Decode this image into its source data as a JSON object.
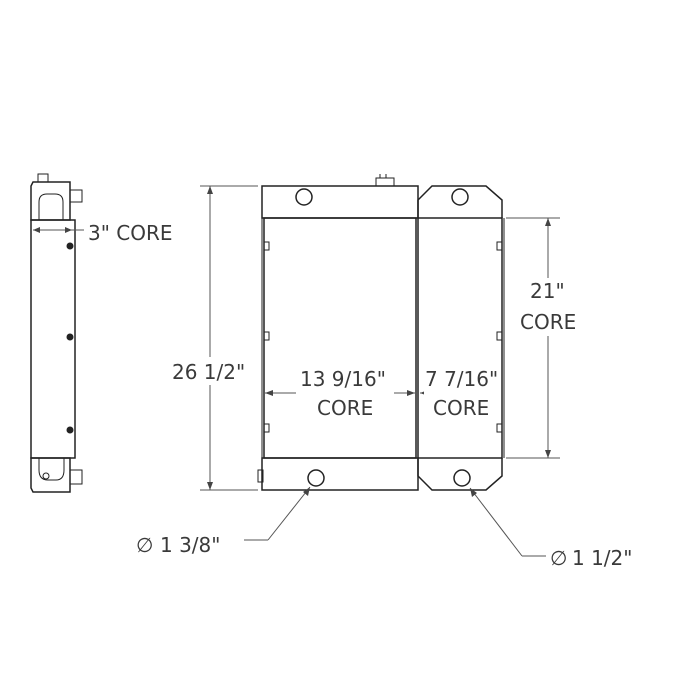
{
  "dimensions": {
    "side_core": "3\" CORE",
    "height": "26 1/2\"",
    "radiator_core_width": "13 9/16\"",
    "radiator_core_word": "CORE",
    "cooler_core_width": "7 7/16\"",
    "cooler_core_word": "CORE",
    "cooler_height": "21\"",
    "cooler_height_word": "CORE",
    "outlet_diameter_left": "1 3/8\"",
    "outlet_diameter_right": "1 1/2\"",
    "diameter_symbol": "∅"
  }
}
